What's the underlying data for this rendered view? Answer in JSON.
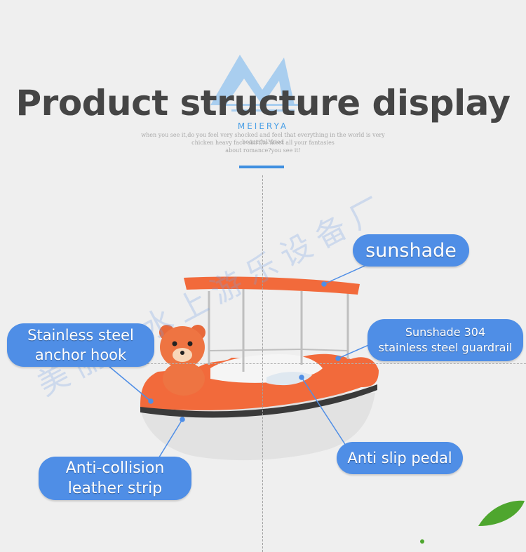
{
  "header": {
    "title": "Product structure display",
    "brand": "MEIERYA",
    "tagline_lines": [
      "when you see it,do you feel very shocked and feel that everything in the world is very beautiful?fried",
      "chicken heavy face skirt,to meet all your fantasies",
      "about romance?you see it!"
    ],
    "watermark": "美丽雅水上游乐设备厂"
  },
  "labels": {
    "sunshade": "sunshade",
    "guardrail": "Sunshade 304\nstainless steel guardrail",
    "anchor": "Stainless steel\nanchor hook",
    "collision": "Anti-collision\nleather strip",
    "pedal": "Anti slip pedal"
  },
  "colors": {
    "label_bg": "#4f8ee6",
    "accent": "#3f8fe0",
    "title": "#454545",
    "boat_orange": "#f26a3b",
    "hull": "#e3e3e3",
    "leaf": "#4ea62e"
  }
}
